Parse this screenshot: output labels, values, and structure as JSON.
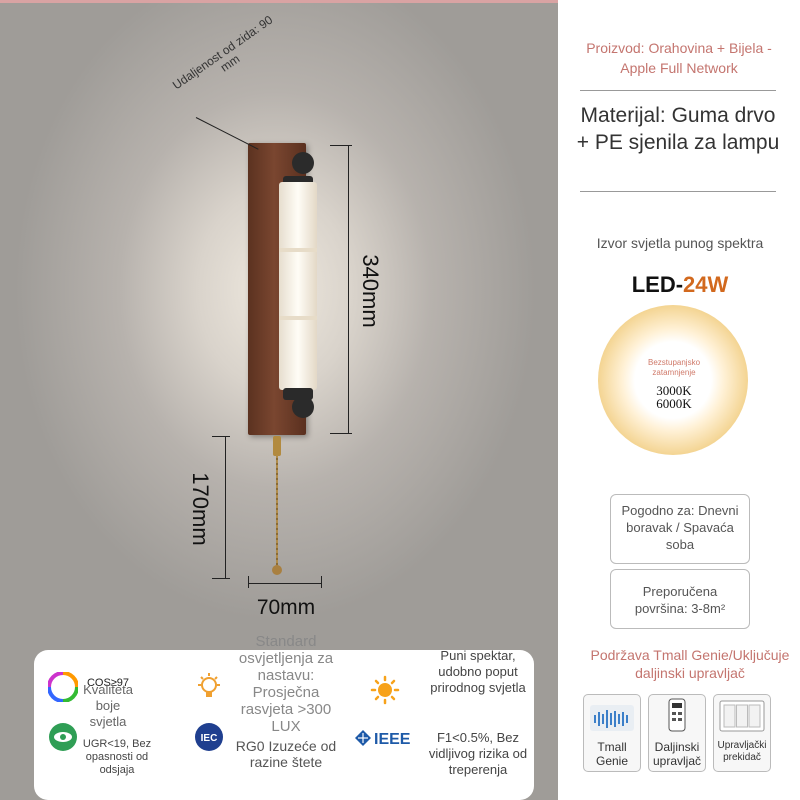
{
  "dimensions": {
    "depth_label": "Udaljenost od zida: 90 mm",
    "height_label": "340mm",
    "chain_label": "170mm",
    "width_label": "70mm"
  },
  "right_panel": {
    "product": "Proizvod: Orahovina + Bijela - Apple Full Network",
    "material": "Materijal: Guma drvo + PE sjenila za lampu",
    "light_source_caption": "Izvor svjetla punog spektra",
    "led_prefix": "LED-",
    "led_power": "24W",
    "dimming": "Bezstupanjsko zatamnjenje",
    "kelvin_low": "3000K",
    "kelvin_high": "6000K",
    "suitable_for": "Pogodno za: Dnevni boravak / Spavaća soba",
    "recommended_area": "Preporučena površina: 3-8m²",
    "tmall_support": "Podržava Tmall Genie/Uključuje daljinski upravljač",
    "controls": [
      {
        "label": "Tmall Genie",
        "icon": "tmall-genie-icon"
      },
      {
        "label": "Daljinski upravljač",
        "icon": "remote-control-icon"
      },
      {
        "label": "Upravljački prekidač",
        "icon": "wall-switch-icon"
      }
    ]
  },
  "features": {
    "cri_badge": "COS≥97",
    "cri_label": "Kvaliteta boje svjetla",
    "ugr_label": "UGR<19, Bez opasnosti od odsjaja",
    "standard_label": "Standard osvjetljenja za nastavu: Prosječna rasvjeta >300 LUX",
    "rg0_label": "RG0 Izuzeće od razine štete",
    "full_spectrum_label": "Puni spektar, udobno poput prirodnog svjetla",
    "flicker_label": "F1<0.5%, Bez vidljivog rizika od treperenja",
    "iec_badge": "IEC",
    "ieee_badge": "IEEE"
  },
  "colors": {
    "accent": "#c4756f",
    "led_power": "#d2691e",
    "wood": "#6e3d28"
  }
}
